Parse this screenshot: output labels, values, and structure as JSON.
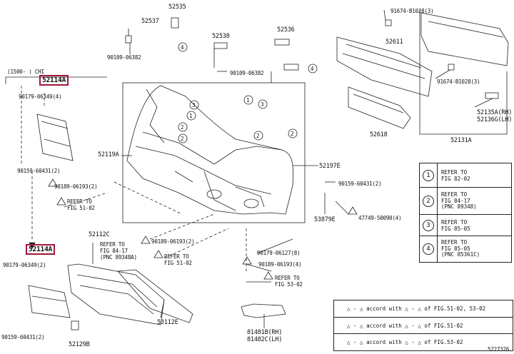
{
  "labels": {
    "p52535": "52535",
    "p52537": "52537",
    "p52538": "52538",
    "p52536": "52536",
    "p91674a": "91674-B1028(3)",
    "p52611": "52611",
    "p90109a": "90109-06382",
    "p90109b": "90109-06382",
    "range": "(1500-   ) CHI",
    "p52114a_top": "52114A",
    "p90179a": "90179-06349(4)",
    "p90159a": "90159-60431(2)",
    "p91674b": "91674-B1028(3)",
    "p52135a": "52135A(RH)",
    "p52136g": "52136G(LH)",
    "p52618": "52618",
    "p52131a": "52131A",
    "p52119a": "52119A",
    "p52197e": "52197E",
    "p90189a": "90189-06193(2)",
    "p90159b": "90159-60431(2)",
    "refer_fig5102_a": "REFER TO\nFIG 51-02",
    "p53879e": "53879E",
    "p47749": "47749-50090(4)",
    "p52112c": "52112C",
    "refer_fig8417_a": "REFER TO\nFIG 84-17\n(PNC 89348A)",
    "p90189b": "90189-06193(2)",
    "refer_fig5102_b": "REFER TO\nFIG 51-02",
    "p90179b": "90179-06127(8)",
    "p52114a_bot": "52114A",
    "p90179c": "90179-06349(2)",
    "p90189c": "90189-06193(4)",
    "refer_fig5302": "REFER TO\nFIG 53-02",
    "p90159c": "90159-60431(2)",
    "p52129b": "52129B",
    "p53112e": "53112E",
    "p81481b": "81481B(RH)",
    "p81482c": "81482C(LH)",
    "footer": "5227326"
  },
  "callouts": {
    "c1": "1",
    "c2": "2",
    "c3": "3",
    "c4": "4"
  },
  "legend": [
    {
      "num": "1",
      "text": "REFER TO\nFIG 82-02"
    },
    {
      "num": "2",
      "text": "REFER TO\nFIG 84-17\n(PNC 89348)"
    },
    {
      "num": "3",
      "text": "REFER TO\nFIG 85-05"
    },
    {
      "num": "4",
      "text": "REFER TO\nFIG 85-05\n(PNC 85361C)"
    }
  ],
  "notes": [
    "△ - △  accord with  △ - △ of FIG.51-02, 53-02",
    "△ - △  accord with  △ - △ of FIG.51-02",
    "△ - △  accord with  △ - △ of FIG.53-02"
  ],
  "colors": {
    "highlight": "#a3163a",
    "ink": "#222222"
  }
}
